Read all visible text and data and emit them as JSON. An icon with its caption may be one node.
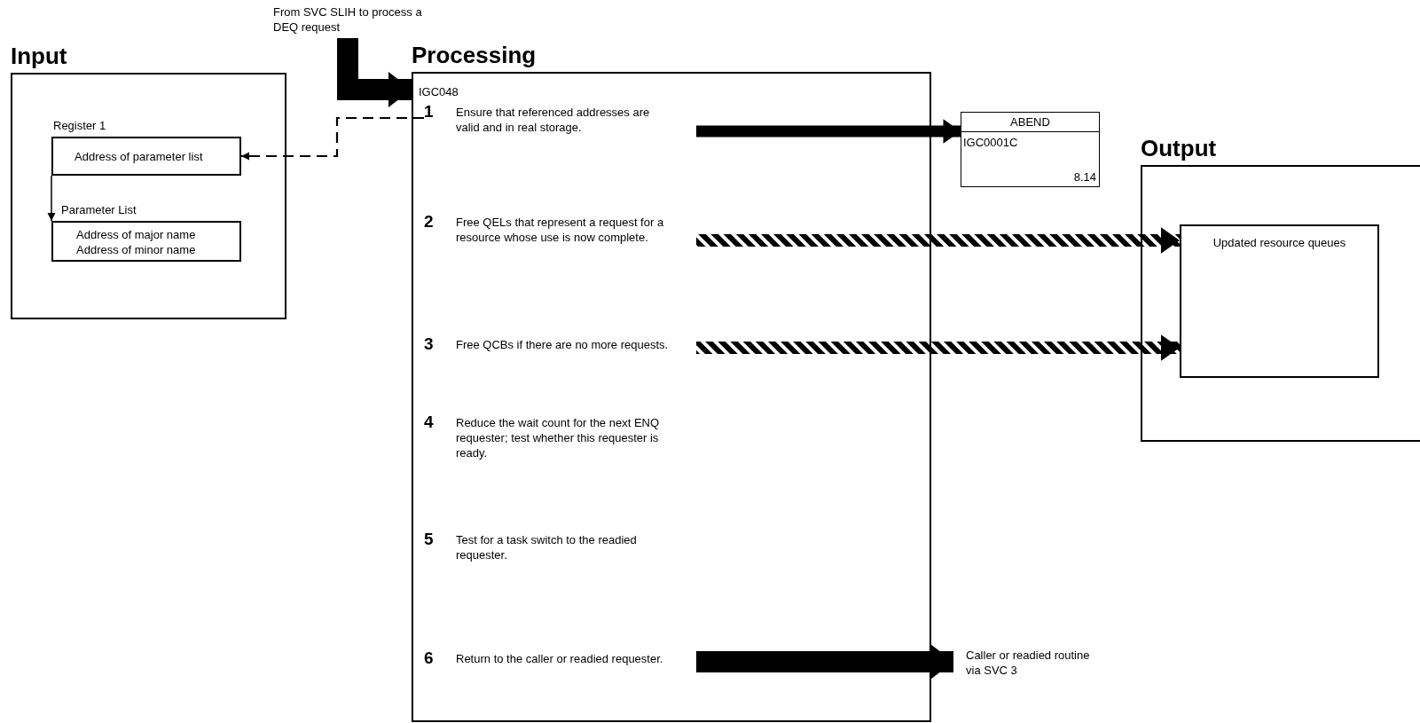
{
  "diagram": {
    "nodes": [
      {
        "text": [
          "Input"
        ]
      },
      {
        "text": [
          "Register 1",
          "Address of parameter list"
        ],
        "in": 0
      },
      {
        "text": [
          "Parameter List",
          "Address of major name",
          "Address of minor name"
        ],
        "in": 0
      },
      {
        "text": [
          "From SVC SLIH to process a DEQ request"
        ]
      },
      {
        "text": [
          "Processing",
          "IGC048"
        ]
      },
      {
        "text": [
          "1",
          "Ensure that referenced addresses are valid and in real storage."
        ],
        "in": 4
      },
      {
        "text": [
          "2",
          "Free QELs that represent a request for a resource whose use is now complete."
        ],
        "in": 4
      },
      {
        "text": [
          "3",
          "Free QCBs if there are no more requests."
        ],
        "in": 4
      },
      {
        "text": [
          "4",
          "Reduce the wait count for the next ENQ requester; test whether this requester is ready."
        ],
        "in": 4
      },
      {
        "text": [
          "5",
          "Test for a task switch to the readied requester."
        ],
        "in": 4
      },
      {
        "text": [
          "6",
          "Return to the caller or readied requester."
        ],
        "in": 4
      },
      {
        "text": [
          "ABEND",
          "IGC0001C",
          "8.14"
        ]
      },
      {
        "text": [
          "Output"
        ]
      },
      {
        "text": [
          "Updated resource queues"
        ],
        "in": 12
      },
      {
        "text": [
          "Caller or readied routine via SVC 3"
        ]
      }
    ],
    "edges": [
      {
        "from": 3,
        "to": 4,
        "arrow": "to",
        "style": "thick"
      },
      {
        "from": 5,
        "to": 1,
        "arrow": "to",
        "style": "dashed"
      },
      {
        "from": 1,
        "to": 2,
        "arrow": "to"
      },
      {
        "from": 5,
        "to": 11,
        "arrow": "to"
      },
      {
        "from": 6,
        "to": 13,
        "arrow": "to",
        "style": "dashed"
      },
      {
        "from": 7,
        "to": 13,
        "arrow": "to",
        "style": "dashed"
      },
      {
        "from": 10,
        "to": 14,
        "arrow": "to",
        "style": "thick"
      }
    ]
  }
}
